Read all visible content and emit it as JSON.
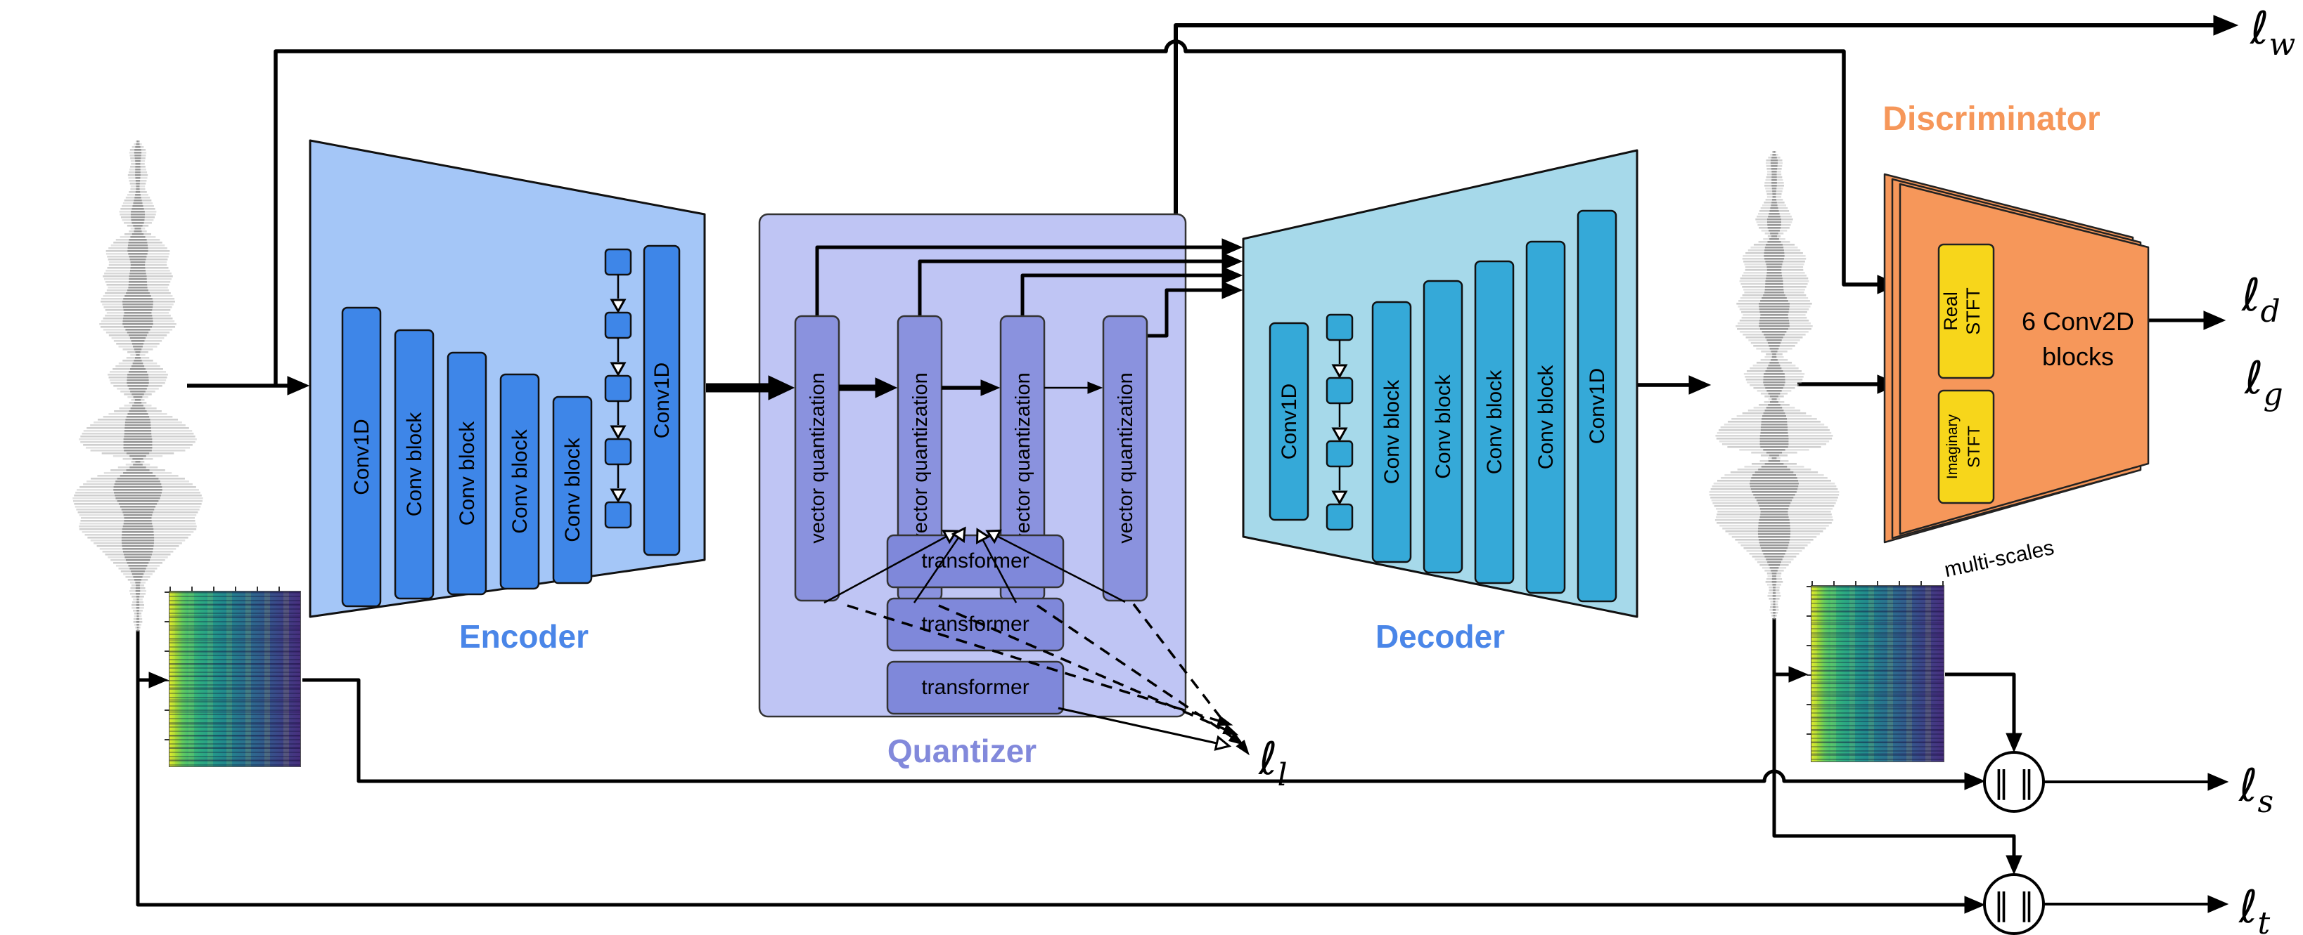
{
  "encoder": {
    "title": "Encoder",
    "bars": [
      "Conv1D",
      "Conv block",
      "Conv block",
      "Conv block",
      "Conv block",
      "Conv1D"
    ]
  },
  "decoder": {
    "title": "Decoder",
    "bars": [
      "Conv1D",
      "Conv block",
      "Conv block",
      "Conv block",
      "Conv block",
      "Conv1D"
    ]
  },
  "quantizer": {
    "title": "Quantizer",
    "vq_blocks": [
      "vector quantization",
      "vector quantization",
      "vector quantization",
      "vector quantization"
    ],
    "transformers": [
      "transformer",
      "transformer",
      "transformer"
    ]
  },
  "discriminator": {
    "title": "Discriminator",
    "stft_real_lines": [
      "Real",
      "STFT"
    ],
    "stft_imag_lines": [
      "Imaginary",
      "STFT"
    ],
    "conv_lines": [
      "6 Conv2D",
      "blocks"
    ],
    "footnote": "multi-scales"
  },
  "losses": {
    "lw": {
      "base": "ℓ",
      "sub": "w"
    },
    "ld": {
      "base": "ℓ",
      "sub": "d"
    },
    "lg": {
      "base": "ℓ",
      "sub": "g"
    },
    "ll": {
      "base": "ℓ",
      "sub": "l"
    },
    "ls": {
      "base": "ℓ",
      "sub": "s"
    },
    "lt": {
      "base": "ℓ",
      "sub": "t"
    }
  },
  "operator": {
    "norm": "‖ ‖"
  },
  "colors": {
    "encoder_fill": "#A4C6F7",
    "encoder_bar": "#3E86E8",
    "decoder_fill": "#A6D9EA",
    "decoder_bar": "#35A9D8",
    "quantizer_fill": "#BFC5F4",
    "vq_fill": "#8A92DE",
    "transformer_fill": "#7F88DA",
    "discriminator_fill": "#F6975A",
    "stft_fill": "#F7D61B",
    "label_blue": "#4A86E8",
    "label_purple": "#8289DB",
    "label_orange": "#F6975A",
    "line": "#000000"
  }
}
